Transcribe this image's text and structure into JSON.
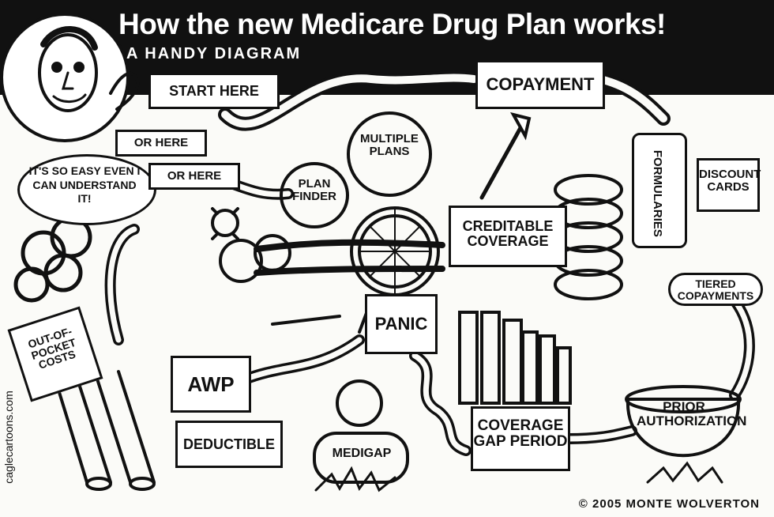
{
  "header": {
    "title": "How the new Medicare Drug Plan works!",
    "subtitle": "A HANDY DIAGRAM"
  },
  "speech_bubble": "IT'S SO EASY EVEN I CAN UNDERSTAND IT!",
  "labels": {
    "start_here": "START HERE",
    "or_here_1": "OR HERE",
    "or_here_2": "OR HERE",
    "plan_finder": "PLAN FINDER",
    "multiple_plans": "MULTIPLE PLANS",
    "copayment": "COPAYMENT",
    "creditable_coverage": "CREDITABLE COVERAGE",
    "formularies": "FORMULARIES",
    "discount_cards": "DISCOUNT CARDS",
    "tiered_copayments": "TIERED COPAYMENTS",
    "out_of_pocket_costs": "OUT-OF- POCKET COSTS",
    "awp": "AWP",
    "deductible": "DEDUCTIBLE",
    "panic": "PANIC",
    "medigap": "MEDIGAP",
    "coverage_gap_period": "COVERAGE GAP PERIOD",
    "prior_authorization": "PRIOR AUTHORIZATION"
  },
  "watermark": "caglecartoons.com",
  "credit": "© 2005 MONTE WOLVERTON",
  "colors": {
    "ink": "#111111",
    "paper": "#fbfbf8"
  }
}
